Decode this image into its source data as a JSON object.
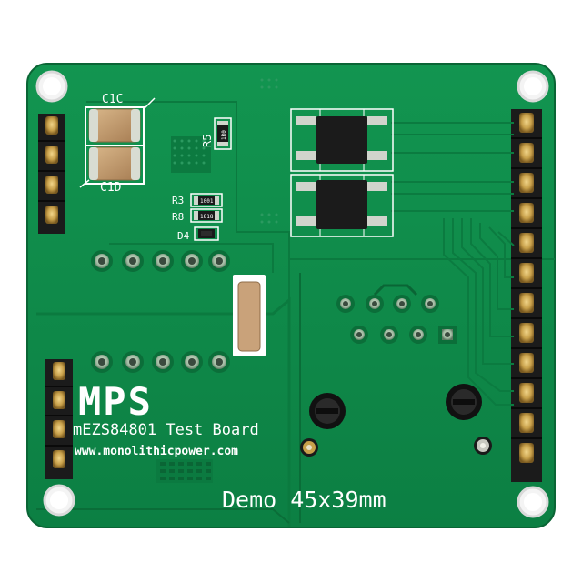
{
  "board": {
    "logo_text": "MPS",
    "title": "mEZS84801 Test Board",
    "website": "www.monolithicpower.com",
    "dimensions": "Demo 45x39mm"
  },
  "labels": {
    "c1c": "C1C",
    "c1d": "C1D",
    "r5": "R5",
    "r3": "R3",
    "r8": "R8",
    "d4": "D4",
    "r3_code": "1001",
    "r8_code": "1818",
    "r5_code": "1R0"
  },
  "colors": {
    "pcb": "#0e8a4a",
    "pcb_dark": "#0a6e39",
    "silkscreen": "#ffffff",
    "gold": "#c8a04a",
    "header_black": "#1b1b1b"
  }
}
